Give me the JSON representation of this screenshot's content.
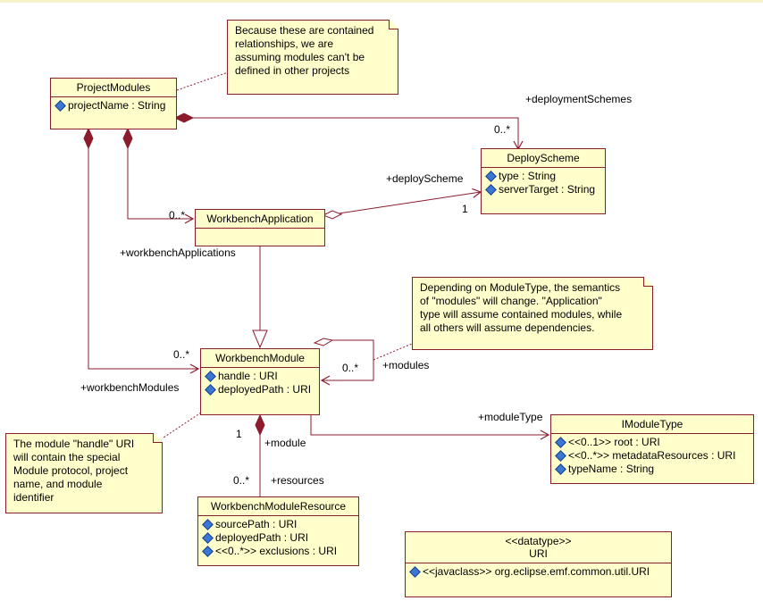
{
  "classes": {
    "project_modules": {
      "name": "ProjectModules",
      "attributes": [
        "projectName : String"
      ]
    },
    "deploy_scheme": {
      "name": "DeployScheme",
      "attributes": [
        "type : String",
        "serverTarget : String"
      ]
    },
    "workbench_application": {
      "name": "WorkbenchApplication"
    },
    "workbench_module": {
      "name": "WorkbenchModule",
      "attributes": [
        "handle : URI",
        "deployedPath : URI"
      ]
    },
    "imodule_type": {
      "name": "IModuleType",
      "attributes": [
        "<<0..1>> root : URI",
        "<<0..*>> metadataResources : URI",
        "typeName : String"
      ]
    },
    "workbench_module_resource": {
      "name": "WorkbenchModuleResource",
      "attributes": [
        "sourcePath : URI",
        "deployedPath : URI",
        "<<0..*>> exclusions : URI"
      ]
    },
    "uri": {
      "stereotype": "<<datatype>>",
      "name": "URI",
      "attributes": [
        "<<javaclass>> org.eclipse.emf.common.util.URI"
      ]
    }
  },
  "notes": {
    "contained": [
      "Because these are contained",
      "relationships, we are",
      "assuming modules can't be",
      "defined in other projects"
    ],
    "module_type": [
      "Depending on ModuleType, the semantics",
      "of \"modules\" will change.  \"Application\"",
      "type will assume contained modules, while",
      "all others will assume dependencies."
    ],
    "handle": [
      "The module \"handle\" URI",
      "will contain the special",
      "Module protocol, project",
      "name, and module",
      "identifier"
    ]
  },
  "labels": {
    "deployment_schemes_role": "+deploymentSchemes",
    "deployment_schemes_mult": "0..*",
    "deploy_scheme_role": "+deployScheme",
    "deploy_scheme_mult": "1",
    "workbench_applications_mult": "0..*",
    "workbench_applications_role": "+workbenchApplications",
    "workbench_modules_mult": "0..*",
    "workbench_modules_role": "+workbenchModules",
    "modules_mult": "0..*",
    "modules_role": "+modules",
    "module_type_role": "+moduleType",
    "module_mult": "1",
    "module_role": "+module",
    "resources_mult": "0..*",
    "resources_role": "+resources"
  },
  "colors": {
    "line": "#8b1c2c",
    "fill": "#ffffcc",
    "attr_icon": "#3a78d4"
  }
}
